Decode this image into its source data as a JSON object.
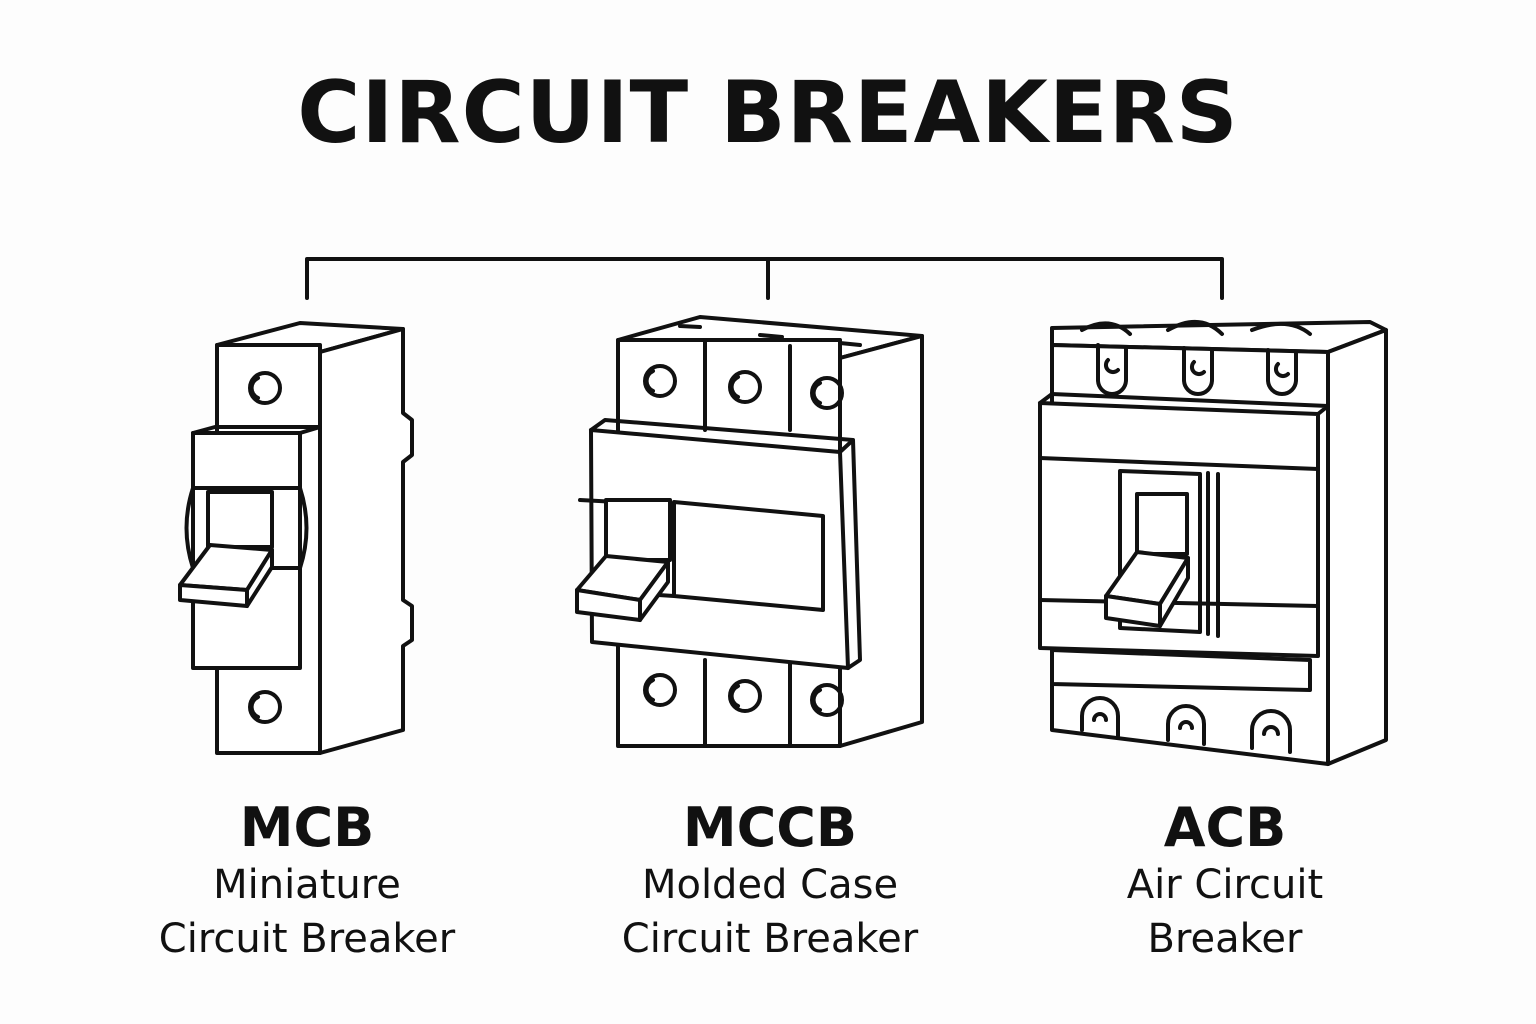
{
  "title": "CIRCUIT BREAKERS",
  "breakers": [
    {
      "abbr": "MCB",
      "name_line1": "Miniature",
      "name_line2": "Circuit Breaker",
      "icon": "mcb-illustration"
    },
    {
      "abbr": "MCCB",
      "name_line1": "Molded Case",
      "name_line2": "Circuit Breaker",
      "icon": "mccb-illustration"
    },
    {
      "abbr": "ACB",
      "name_line1": "Air Circuit",
      "name_line2": "Breaker",
      "icon": "acb-illustration"
    }
  ],
  "colors": {
    "line": "#111111",
    "background": "#fdfdfd"
  }
}
